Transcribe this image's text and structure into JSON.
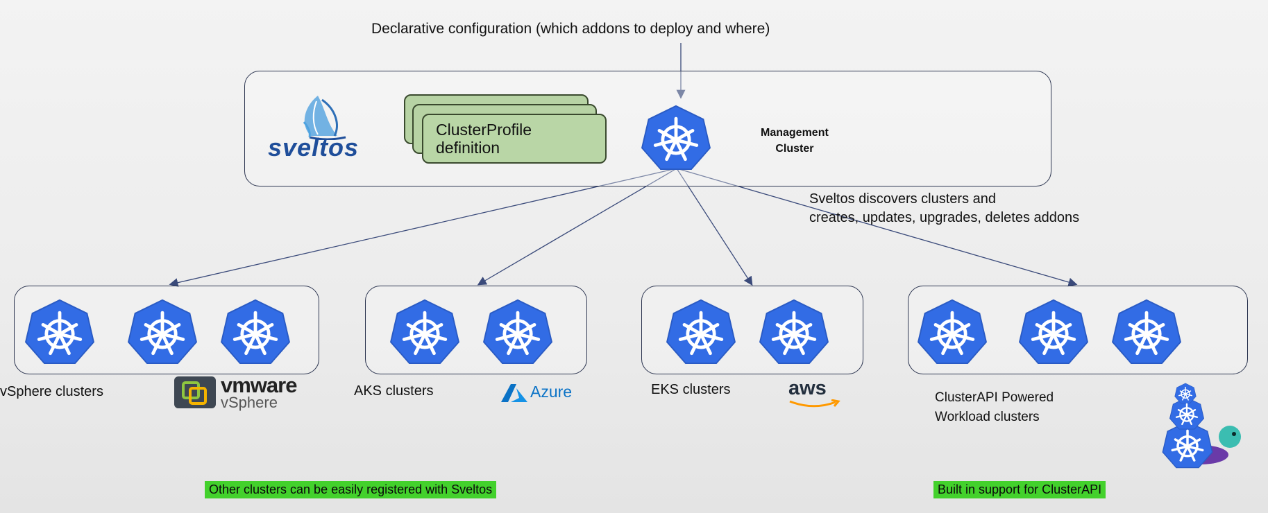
{
  "top_caption": "Declarative configuration (which addons to deploy and where)",
  "management": {
    "logo_text": "sveltos",
    "profile_line1": "ClusterProfile",
    "profile_line2": "definition",
    "label_line1": "Management",
    "label_line2": "Cluster",
    "discover_line1": "Sveltos discovers clusters and",
    "discover_line2": "creates, updates, upgrades, deletes addons"
  },
  "groups": {
    "vsphere": {
      "label": "vSphere clusters",
      "logo_line1": "vmware",
      "logo_line2": "vSphere"
    },
    "aks": {
      "label": "AKS clusters",
      "logo_text": "Azure"
    },
    "eks": {
      "label": "EKS clusters",
      "logo_text": "aws"
    },
    "capi": {
      "label_line1": "ClusterAPI Powered",
      "label_line2": "Workload clusters"
    }
  },
  "footer": {
    "left": "Other clusters can be easily registered with Sveltos",
    "right": "Built in support for ClusterAPI"
  },
  "colors": {
    "k8s_blue": "#326ce5",
    "profile_green": "#b7d3a4",
    "highlight_green": "#43d12c",
    "sveltos_blue": "#1f4e9a",
    "azure_blue": "#0a72c6",
    "turtle_teal": "#3bbdb1"
  },
  "icons": [
    "kubernetes-icon",
    "sveltos-logo",
    "vmware-logo",
    "azure-logo",
    "aws-logo",
    "clusterapi-turtle-logo"
  ]
}
